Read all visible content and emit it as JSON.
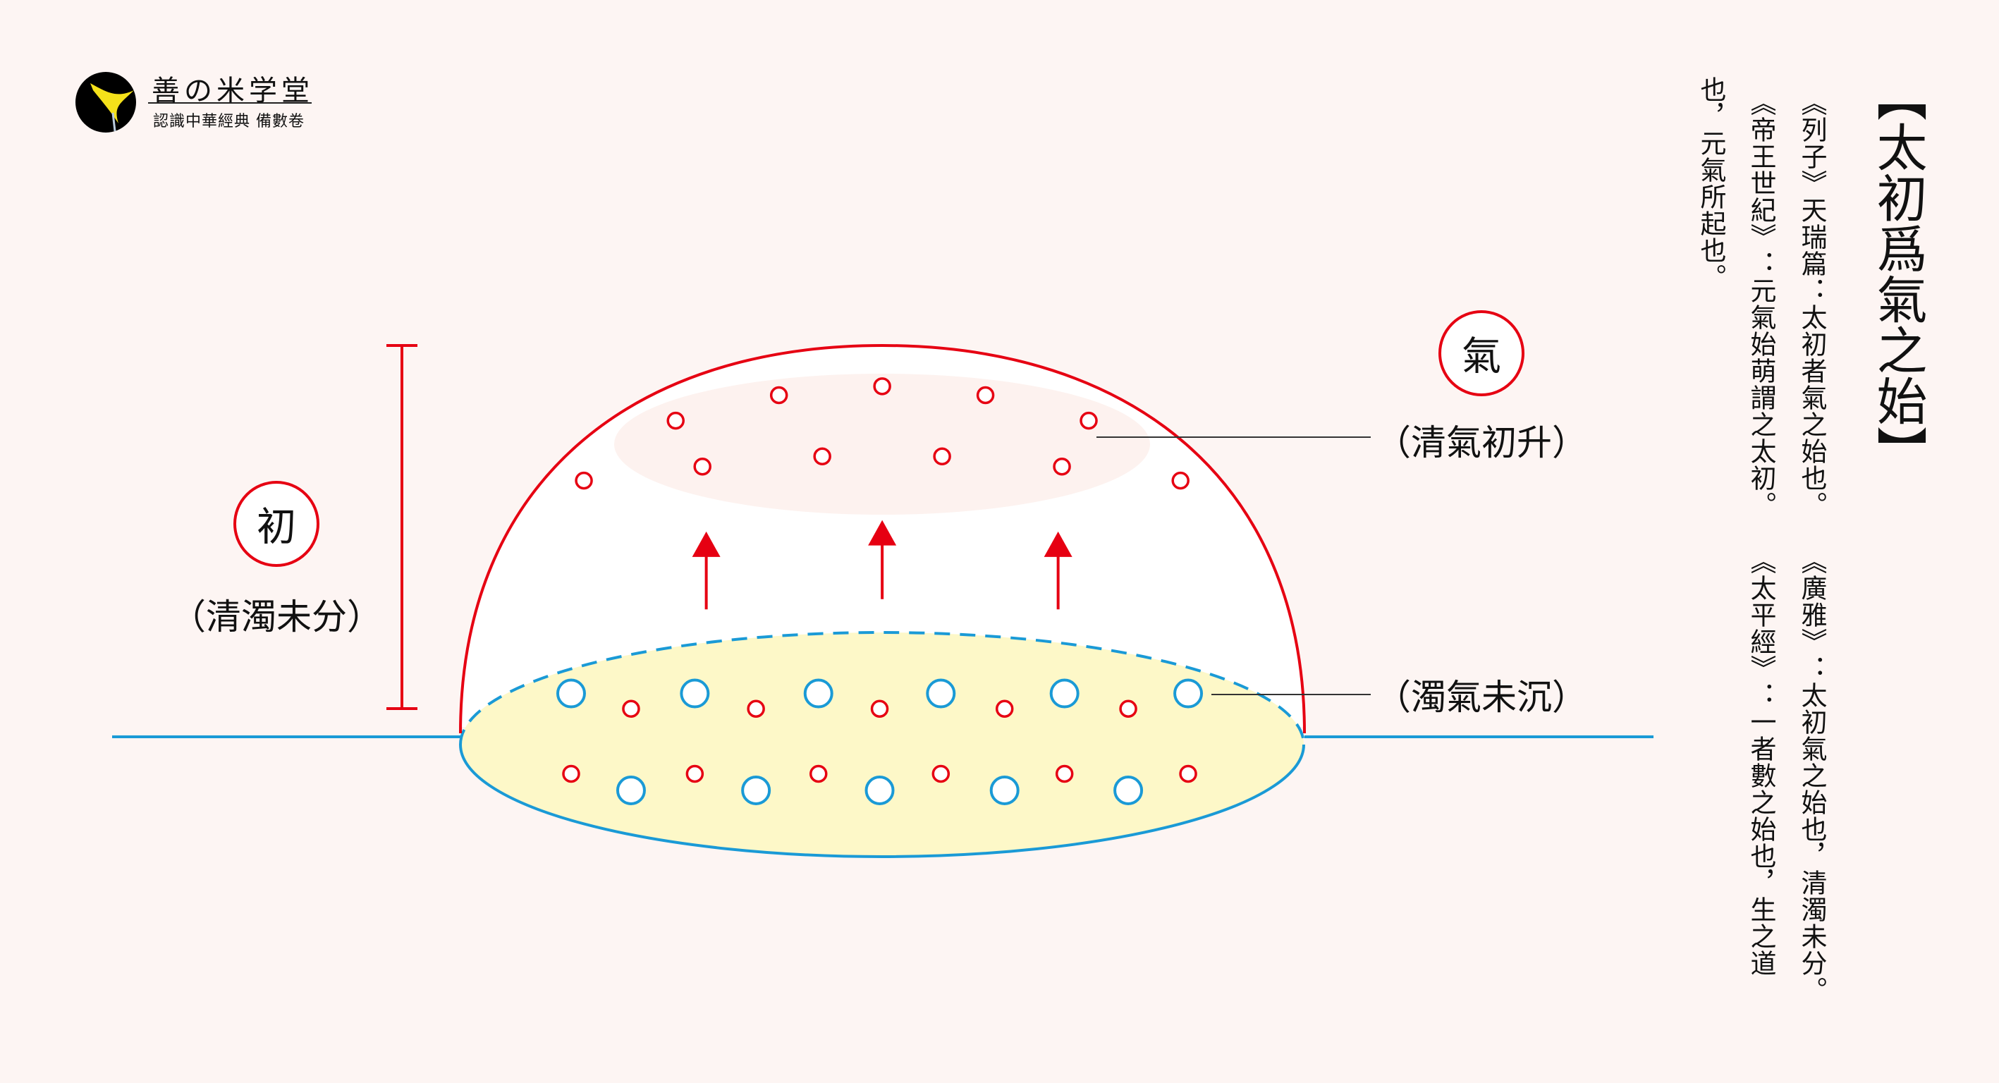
{
  "logo": {
    "name": "善の米学堂",
    "subtitle": "認識中華經典 備數卷"
  },
  "title": "【太初爲氣之始】",
  "quotes": {
    "col1a": "《列子》天瑞篇：太初者氣之始也。",
    "col1b": "《廣雅》：太初氣之始也，清濁未分。",
    "col2a": "《帝王世紀》：元氣始萌謂之太初。",
    "col2b": "《太平經》：一者數之始也，生之道",
    "col3": "也，元氣所起也。"
  },
  "diagram": {
    "chu_badge": "初",
    "chu_label": "（清濁未分）",
    "qi_badge": "氣",
    "rising_label": "（清氣初升）",
    "sinking_label": "（濁氣未沉）"
  },
  "colors": {
    "red": "#e60012",
    "blue": "#1a9ad6",
    "yellow": "#fdf8c8",
    "background": "#fdf5f3"
  }
}
